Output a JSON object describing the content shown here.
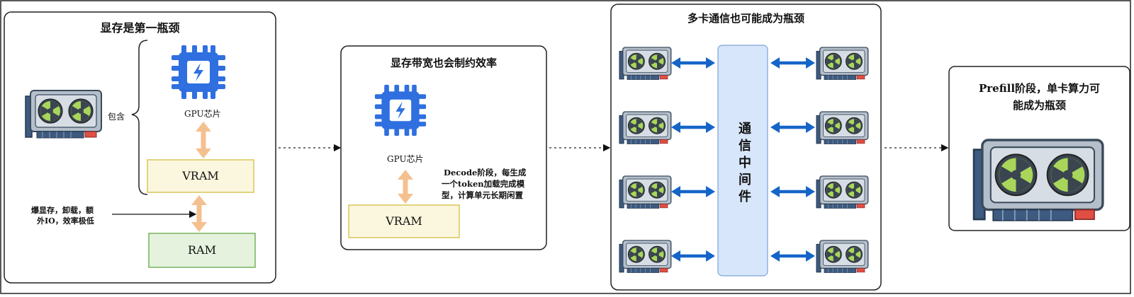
{
  "panel1": {
    "title": "显存是第一瓶颈",
    "contains_label": "包含",
    "gpu_chip_label": "GPU芯片",
    "vram_label": "VRAM",
    "ram_label": "RAM",
    "oom_note": [
      "爆显存，卸载，额",
      "外IO，效率极低"
    ]
  },
  "panel2": {
    "title": "显存带宽也会制约效率",
    "gpu_chip_label": "GPU芯片",
    "vram_label": "VRAM",
    "decode_note": [
      "Decode阶段，每生成",
      "一个token加载完成模",
      "型，计算单元长期闲置"
    ]
  },
  "panel3": {
    "title": "多卡通信也可能成为瓶颈",
    "middleware_label": "通信中间件"
  },
  "panel4": {
    "title_lines": [
      "Prefill阶段，单卡算力可",
      "能成为瓶颈"
    ]
  },
  "colors": {
    "chip_blue": "#2f6fe0",
    "link_arrow": "#1565c8",
    "mem_arrow": "#f5c08f",
    "vram_fill": "#fbf6de",
    "vram_border": "#d9c75a",
    "ram_fill": "#e5f3de",
    "ram_border": "#73b35a",
    "middleware_fill": "#d7e6fa",
    "fan_green": "#8ecf2a"
  },
  "icons": [
    "gpu-card-icon",
    "gpu-chip-icon",
    "bidirectional-arrow-icon",
    "dotted-flow-arrow-icon"
  ]
}
